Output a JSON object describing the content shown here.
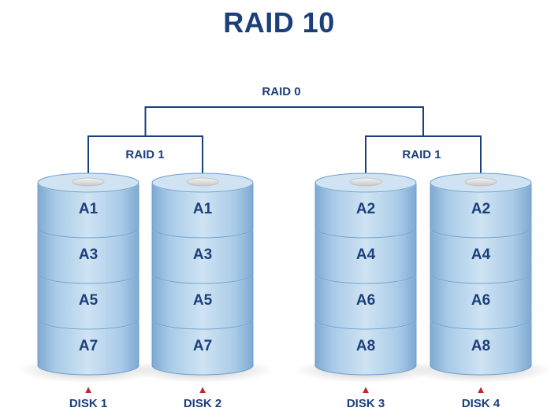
{
  "title": "RAID 10",
  "raid0_label": "RAID 0",
  "mirror_groups": [
    {
      "label": "RAID 1",
      "disks": [
        0,
        1
      ]
    },
    {
      "label": "RAID 1",
      "disks": [
        2,
        3
      ]
    }
  ],
  "disks": [
    {
      "label": "DISK 1",
      "blocks": [
        "A1",
        "A3",
        "A5",
        "A7"
      ]
    },
    {
      "label": "DISK 2",
      "blocks": [
        "A1",
        "A3",
        "A5",
        "A7"
      ]
    },
    {
      "label": "DISK 3",
      "blocks": [
        "A2",
        "A4",
        "A6",
        "A8"
      ]
    },
    {
      "label": "DISK 4",
      "blocks": [
        "A2",
        "A4",
        "A6",
        "A8"
      ]
    }
  ],
  "colors": {
    "title": "#1b3f7a",
    "connector": "#1b3f7a",
    "disk_fill_light": "#cfe3f3",
    "disk_fill_dark": "#8fb6da",
    "disk_outline": "#6e9fcb",
    "block_text": "#1b3f7a",
    "marker": "#c0272d"
  }
}
